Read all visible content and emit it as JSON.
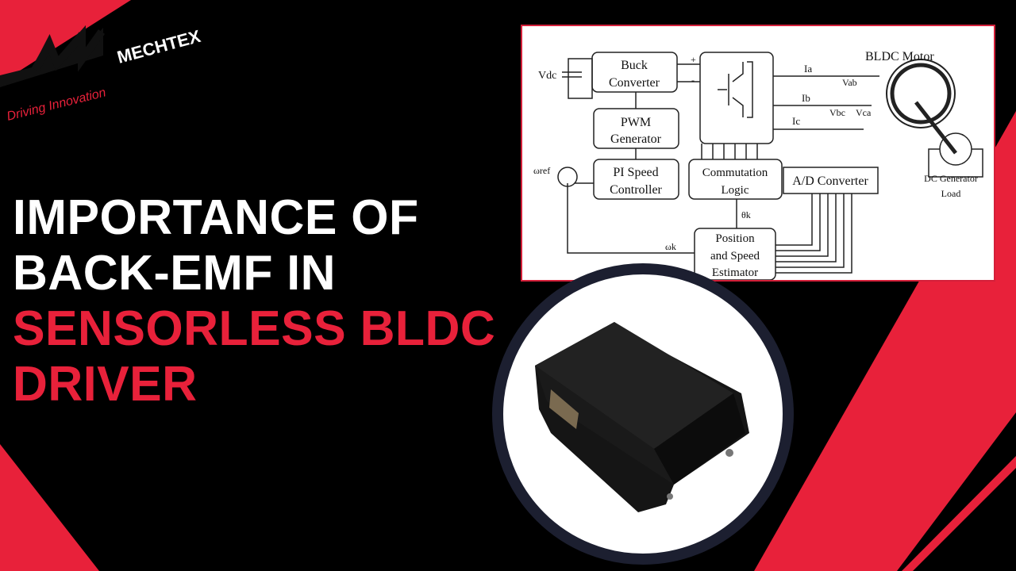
{
  "brand": {
    "name": "MECHTEX",
    "tagline": "Driving Innovation"
  },
  "title": {
    "line1": "IMPORTANCE OF",
    "line2": "BACK-EMF IN",
    "line3": "SENSORLESS BLDC",
    "line4": "DRIVER"
  },
  "diagram": {
    "vdc": "Vdc",
    "buck": [
      "Buck",
      "Converter"
    ],
    "pwm": [
      "PWM",
      "Generator"
    ],
    "pi": [
      "PI Speed",
      "Controller"
    ],
    "commutation": [
      "Commutation",
      "Logic"
    ],
    "ad": "A/D Converter",
    "estimator": [
      "Position",
      "and Speed",
      "Estimator"
    ],
    "motor": "BLDC Motor",
    "load": [
      "DC Generator",
      "Load"
    ],
    "ia": "Ia",
    "ib": "Ib",
    "ic": "Ic",
    "vab": "Vab",
    "vbc": "Vbc",
    "vca": "Vca",
    "wref": "ωref",
    "wk": "ωk",
    "thetak": "θk",
    "plus": "+",
    "minus": "-"
  },
  "colors": {
    "accent": "#e8213a",
    "ring": "#1c1f30",
    "background": "#000000"
  }
}
